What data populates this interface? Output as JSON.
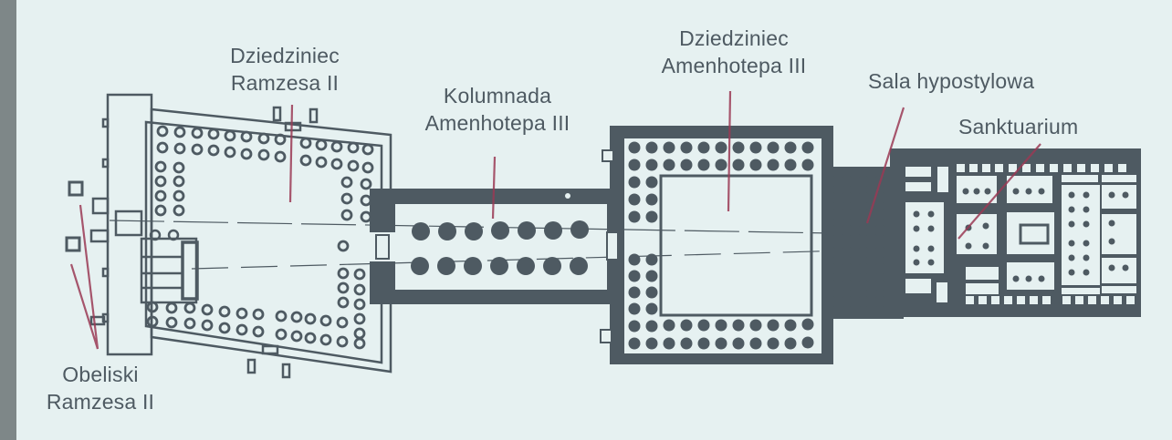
{
  "diagram": {
    "type": "temple-floor-plan",
    "colors": {
      "background": "#e6f1f1",
      "wall": "#4e5a62",
      "leader_line": "#9a3a55",
      "text": "#4e5a62",
      "edge": "#7e8788"
    },
    "labels": {
      "court_ramesses": {
        "line1": "Dziedziniec",
        "line2": "Ramzesa II"
      },
      "colonnade": {
        "line1": "Kolumnada",
        "line2": "Amenhotepa III"
      },
      "court_amenhotep": {
        "line1": "Dziedziniec",
        "line2": "Amenhotepa III"
      },
      "hypostyle": {
        "line1": "Sala hypostylowa"
      },
      "sanctuary": {
        "line1": "Sanktuarium"
      },
      "obelisks": {
        "line1": "Obeliski",
        "line2": "Ramzesa II"
      }
    }
  }
}
